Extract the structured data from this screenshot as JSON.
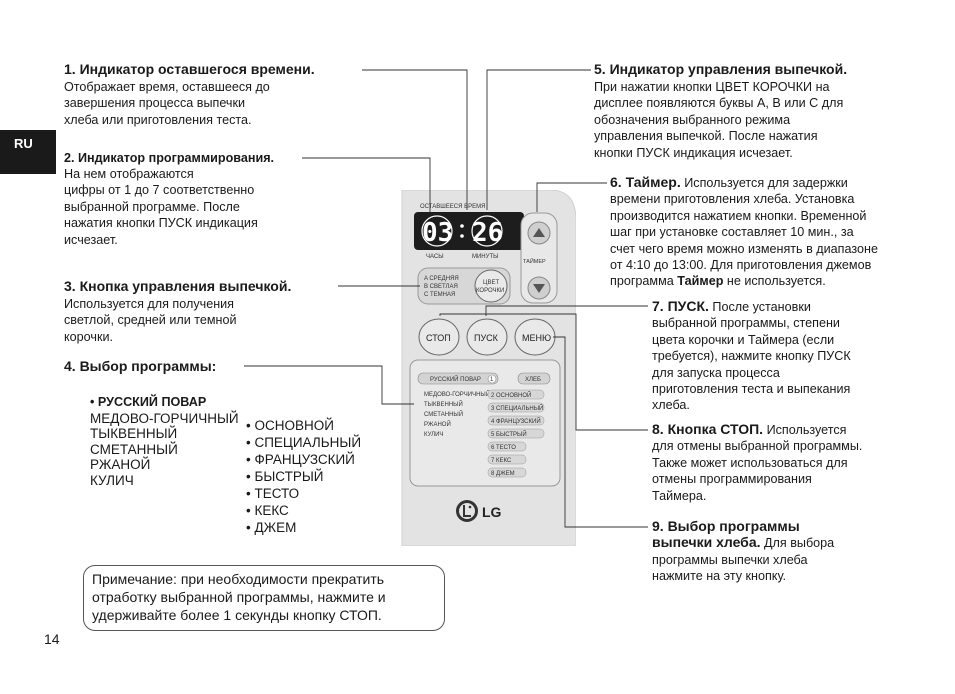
{
  "side_tab": "RU",
  "page_number": "14",
  "items": {
    "i1": {
      "title": "1. Индикатор оставшегося времени.",
      "body": [
        "Отображает время, оставшееся до",
        "завершения процесса выпечки",
        "хлеба или приготовления теста."
      ]
    },
    "i2": {
      "title": "2. Индикатор программирования.",
      "body": [
        "На нем отображаются",
        "цифры от 1 до 7 соответственно",
        "выбранной программе. После",
        "нажатия кнопки ПУСК индикация",
        "исчезает."
      ]
    },
    "i3": {
      "title": "3. Кнопка управления выпечкой.",
      "body": [
        "Используется для получения",
        "светлой, средней или темной",
        "корочки."
      ]
    },
    "i4": {
      "title": "4. Выбор программы:"
    },
    "i5": {
      "title": "5. Индикатор управления выпечкой.",
      "body": [
        "При нажатии кнопки ЦВЕТ КОРОЧКИ на",
        "дисплее появляются буквы A, B или C для",
        "обозначения выбранного режима",
        "управления выпечкой. После нажатия",
        "кнопки ПУСК индикация исчезает."
      ]
    },
    "i6": {
      "title": "6. Таймер.",
      "first": " Используется для задержки",
      "body": [
        "времени приготовления хлеба. Установка",
        "производится нажатием кнопки. Временной",
        "шаг при установке составляет 10 мин., за",
        "счет чего время можно изменять в диапазоне",
        "от 4:10 до 13:00. Для приготовления джемов"
      ],
      "last_pre": "программа ",
      "last_bold": "Таймер",
      "last_post": " не используется."
    },
    "i7": {
      "title": "7. ПУСК.",
      "first": " После установки",
      "body": [
        "выбранной программы, степени",
        "цвета корочки и Таймера (если",
        "требуется), нажмите кнопку ПУСК",
        "для запуска процесса",
        "приготовления теста и выпекания",
        "хлеба."
      ]
    },
    "i8": {
      "title": "8. Кнопка СТОП.",
      "first": " Используется",
      "body": [
        "для отмены выбранной программы.",
        "Также может использоваться для",
        "отмены программирования",
        "Таймера."
      ]
    },
    "i9": {
      "title1": "9. Выбор программы",
      "title2": "выпечки хлеба.",
      "first": " Для выбора",
      "body": [
        "программы выпечки хлеба",
        "нажмите на эту кнопку."
      ]
    }
  },
  "russian_cook": {
    "heading": "• РУССКИЙ ПОВАР",
    "items": [
      "МЕДОВО-ГОРЧИЧНЫЙ",
      "ТЫКВЕННЫЙ",
      "СМЕТАННЫЙ",
      "РЖАНОЙ",
      "КУЛИЧ"
    ]
  },
  "programs_list": [
    "• ОСНОВНОЙ",
    "• СПЕЦИАЛЬНЫЙ",
    "• ФРАНЦУЗСКИЙ",
    "• БЫСТРЫЙ",
    "• ТЕСТО",
    "• КЕКС",
    "• ДЖЕМ"
  ],
  "note": [
    "Примечание: при необходимости прекратить",
    "отработку выбранной программы, нажмите и",
    "удерживайте более 1 секунды кнопку СТОП."
  ],
  "device": {
    "remaining_label": "ОСТАВШЕЕСЯ ВРЕМЯ",
    "hours_label": "ЧАСЫ",
    "minutes_label": "МИНУТЫ",
    "digits_h": "03",
    "digits_m": "26",
    "timer_label": "ТАЙМЕР",
    "crust_lines": [
      "A  СРЕДНЯЯ",
      "B  СВЕТЛАЯ",
      "C  ТЕМНАЯ"
    ],
    "crust_button": [
      "ЦВЕТ",
      "КОРОЧКИ"
    ],
    "stop_button": "СТОП",
    "start_button": "ПУСК",
    "menu_button": "МЕНЮ",
    "menu_header": "РУССКИЙ ПОВАР",
    "menu_header_num": "1",
    "menu_bread": "ХЛЕБ",
    "menu_left": [
      "МЕДОВО-ГОРЧИЧНЫЙ",
      "ТЫКВЕННЫЙ",
      "СМЕТАННЫЙ",
      "РЖАНОЙ",
      "КУЛИЧ"
    ],
    "menu_right": [
      "2 ОСНОВНОЙ",
      "3 СПЕЦИАЛЬНЫЙ",
      "4 ФРАНЦУЗСКИЙ",
      "5 БЫСТРЫЙ",
      "6 ТЕСТО",
      "7 КЕКС",
      "8 ДЖЕМ"
    ],
    "logo": "LG"
  }
}
